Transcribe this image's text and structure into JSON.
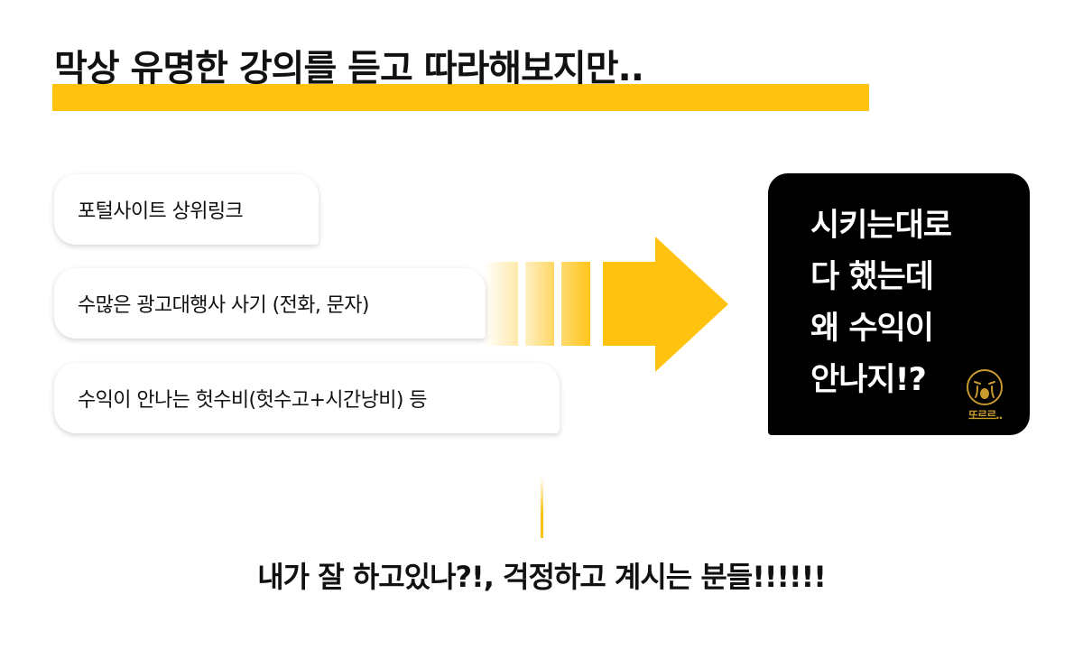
{
  "headline": {
    "text": "막상 유명한 강의를 듣고 따라해보지만..",
    "highlight_color": "#FFC20E"
  },
  "pain_points": [
    {
      "label": "포털사이트 상위링크"
    },
    {
      "label": "수많은 광고대행사 사기 (전화, 문자)"
    },
    {
      "label": "수익이 안나는 헛수비(헛수고+시간낭비) 등"
    }
  ],
  "arrow": {
    "icon": "arrow-right-icon",
    "color": "#FFC20E"
  },
  "bubble": {
    "lines": [
      "시키는대로",
      "다 했는데",
      "왜 수익이",
      "안나지!?"
    ],
    "background_color": "#000000",
    "text_color": "#FFFFFF",
    "mascot_icon": "crying-face-icon",
    "mascot_caption": "또르르.."
  },
  "bottom": {
    "text": "내가 잘 하고있나?!, 걱정하고 계시는 분들!!!!!!"
  }
}
